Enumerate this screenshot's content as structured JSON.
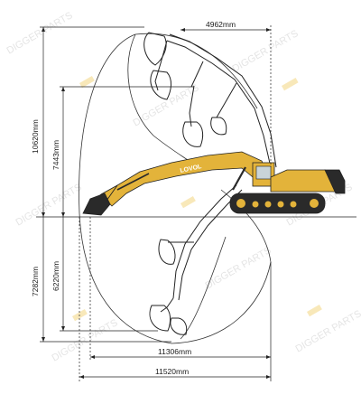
{
  "dimensions": {
    "reach_top": "4962mm",
    "max_height": "10620mm",
    "dump_height": "7443mm",
    "max_depth": "7282mm",
    "dig_depth_8ft": "6220mm",
    "reach_ground": "11306mm",
    "max_reach": "11520mm"
  },
  "brand": {
    "boom_text": "LOVOL"
  },
  "watermark": {
    "text": "DIGGER PARTS"
  },
  "colors": {
    "machine_yellow": "#e3b33a",
    "machine_dark": "#2a2a2a",
    "line": "#222222",
    "watermark_accent": "#f3d98a"
  }
}
